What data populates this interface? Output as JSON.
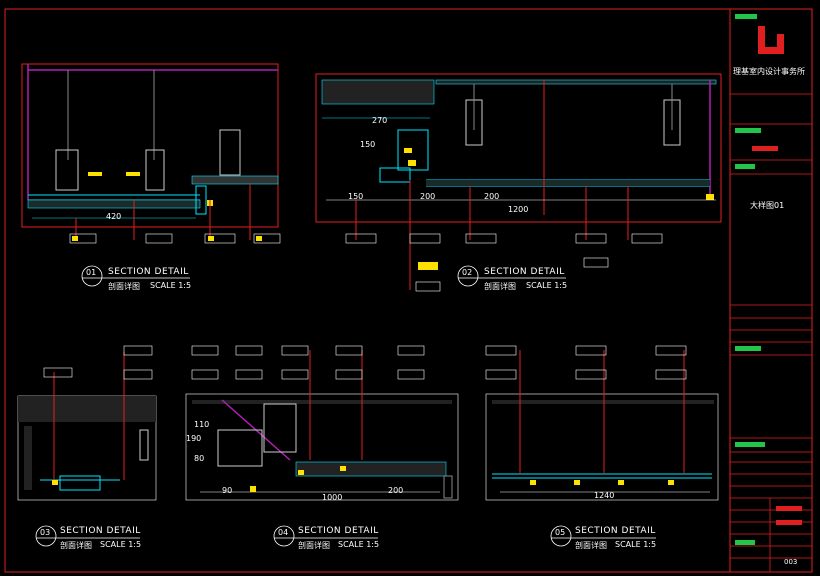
{
  "details": [
    {
      "num": "01",
      "title": "SECTION DETAIL",
      "subtitle": "剖面详图",
      "scale": "SCALE 1:5"
    },
    {
      "num": "02",
      "title": "SECTION DETAIL",
      "subtitle": "剖面详图",
      "scale": "SCALE 1:5"
    },
    {
      "num": "03",
      "title": "SECTION DETAIL",
      "subtitle": "剖面详图",
      "scale": "SCALE 1:5"
    },
    {
      "num": "04",
      "title": "SECTION DETAIL",
      "subtitle": "剖面详图",
      "scale": "SCALE 1:5"
    },
    {
      "num": "05",
      "title": "SECTION DETAIL",
      "subtitle": "剖面详图",
      "scale": "SCALE 1:5"
    }
  ],
  "dimensions": {
    "d1_width": "420",
    "d2_top": "270",
    "d2_height": "150",
    "d2_a": "150",
    "d2_b": "200",
    "d2_c": "200",
    "d2_total": "1200",
    "d4_a": "110",
    "d4_b": "190",
    "d4_c": "80",
    "d4_d": "90",
    "d4_e": "200",
    "d4_total": "1000",
    "d5_total": "1240"
  },
  "title_block": {
    "company": "理基室内设计事务所",
    "drawing_name": "大样图01",
    "drawing_number": "003",
    "colors": {
      "frame": "#e02020",
      "accent": "#22c44a",
      "linework": "#00e5ff",
      "wall": "#b020b0"
    }
  }
}
